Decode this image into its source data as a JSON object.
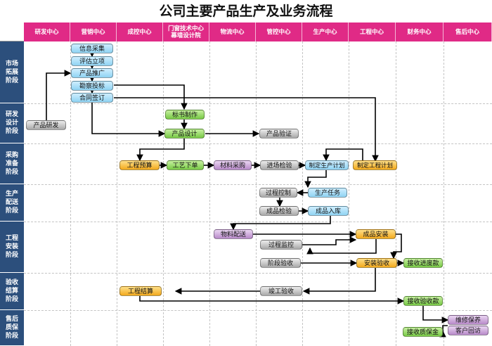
{
  "title": "公司主要产品生产及业务流程",
  "columns": [
    "研发中心",
    "营销中心",
    "成控中心",
    "门窗技术中心\n幕墙设计院",
    "物流中心",
    "管控中心",
    "生产中心",
    "工程中心",
    "财务中心",
    "售后中心"
  ],
  "stages": [
    "市场拓展阶段",
    "研发设计阶段",
    "采购准备阶段",
    "生产配送阶段",
    "工程安装阶段",
    "验收结算阶段",
    "售后质保阶段"
  ],
  "nodes": {
    "info_collect": "信息采集",
    "evaluate": "评估立项",
    "promote": "产品推广",
    "survey_bid": "勘察投标",
    "contract": "合同签订",
    "product_rd": "产品研发",
    "bid_docs": "标书制作",
    "product_design": "产品设计",
    "product_verify": "产品验证",
    "budget": "工程预算",
    "process_order": "工艺下单",
    "material_purchase": "材料采购",
    "incoming_check": "进场检验",
    "production_plan": "制定生产计划",
    "engineering_plan": "制定工程计划",
    "process_control": "过程控制",
    "production_task": "生产任务",
    "product_check": "成品检验",
    "product_storage": "成品入库",
    "material_delivery": "物料配送",
    "product_install": "成品安装",
    "process_monitor": "过程监控",
    "stage_accept": "阶段验收",
    "install_accept": "安装验收",
    "accept_progress": "接收进度款",
    "project_settle": "工程结算",
    "final_accept": "竣工验收",
    "accept_payment": "接收验收款",
    "maintenance": "维修保养",
    "accept_warranty": "接收质保金",
    "customer_visit": "客户回访"
  }
}
